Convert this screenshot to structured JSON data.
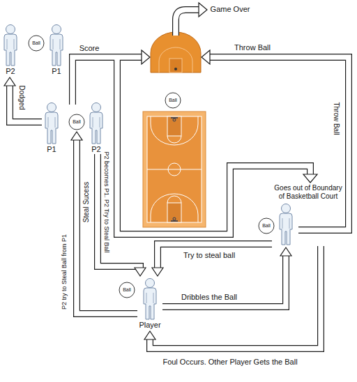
{
  "diagram": {
    "nodes": [
      {
        "text": [
          "P2"
        ]
      },
      {
        "text": [
          "Ball"
        ]
      },
      {
        "text": [
          "P1"
        ]
      },
      {
        "text": [
          "P1"
        ]
      },
      {
        "text": [
          "Ball"
        ]
      },
      {
        "text": [
          "P2"
        ]
      },
      {
        "text": [
          "Ball"
        ]
      },
      {
        "text": [
          "Goes out of Boundary of Basketball Court"
        ]
      },
      {
        "text": [
          "Ball"
        ]
      },
      {
        "text": [
          "Player"
        ]
      },
      {
        "text": [
          "Ball"
        ]
      }
    ],
    "edges": [
      {
        "from": 9,
        "to": 7,
        "arrow": "to",
        "label": "Dribbles the Ball"
      },
      {
        "from": 7,
        "to": 9,
        "arrow": "to",
        "label": "Try to steal ball"
      },
      {
        "from": 5,
        "to": 9,
        "arrow": "to",
        "label": "P2 becomes P1. P2 Try to Steal Ball"
      },
      {
        "from": 9,
        "to": 4,
        "arrow": "to",
        "label": "P2 try to Steal Ball from P1"
      },
      {
        "from": 3,
        "to": 0,
        "arrow": "to",
        "label": "Dodged"
      },
      {
        "from": 7,
        "to": 9,
        "arrow": "to",
        "label": "Foul Occurs. Other Player Gets the Ball"
      }
    ],
    "labels": [
      "Game Over",
      "Score",
      "Throw Ball",
      "Throw Ball",
      "Steal Sucess"
    ]
  }
}
